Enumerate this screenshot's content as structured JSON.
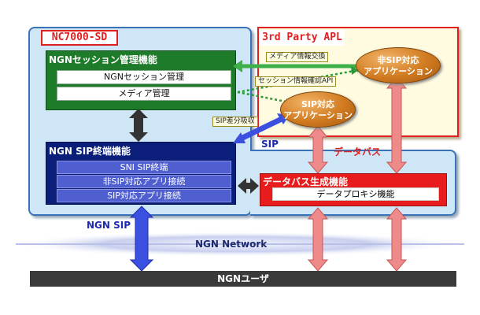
{
  "nc7000": {
    "title": "NC7000-SD",
    "session_block": {
      "title": "NGNセッション管理機能",
      "rows": [
        "NGNセッション管理",
        "メディア管理"
      ]
    },
    "sip_block": {
      "title": "NGN SIP終端機能",
      "rows": [
        "SNI SIP終端",
        "非SIP対応アプリ接続",
        "SIP対応アプリ接続"
      ]
    },
    "databus_block": {
      "title": "データバス生成機能",
      "proxy": "データプロキシ機能"
    }
  },
  "third_party": {
    "title": "3rd Party APL",
    "non_sip_app": [
      "非SIP対応",
      "アプリケーション"
    ],
    "sip_app": [
      "SIP対応",
      "アプリケーション"
    ]
  },
  "labels": {
    "media_exchange": "メディア情報交換",
    "session_api": "セッション情報確認API",
    "sip_absorb": "SIP差分吸収",
    "sip": "SIP",
    "databus": "データバス",
    "ngn_sip": "NGN SIP",
    "network": "NGN Network",
    "user": "NGNユーザ"
  },
  "colors": {
    "nc_panel": "#cfe6f7",
    "session_green": "#1e7b2a",
    "sip_navy": "#0b1f7a",
    "databus_red": "#e81c1c",
    "arrow_blue": "#3b4fe0",
    "arrow_green": "#3db04a",
    "arrow_pink": "#ef8a8a"
  }
}
